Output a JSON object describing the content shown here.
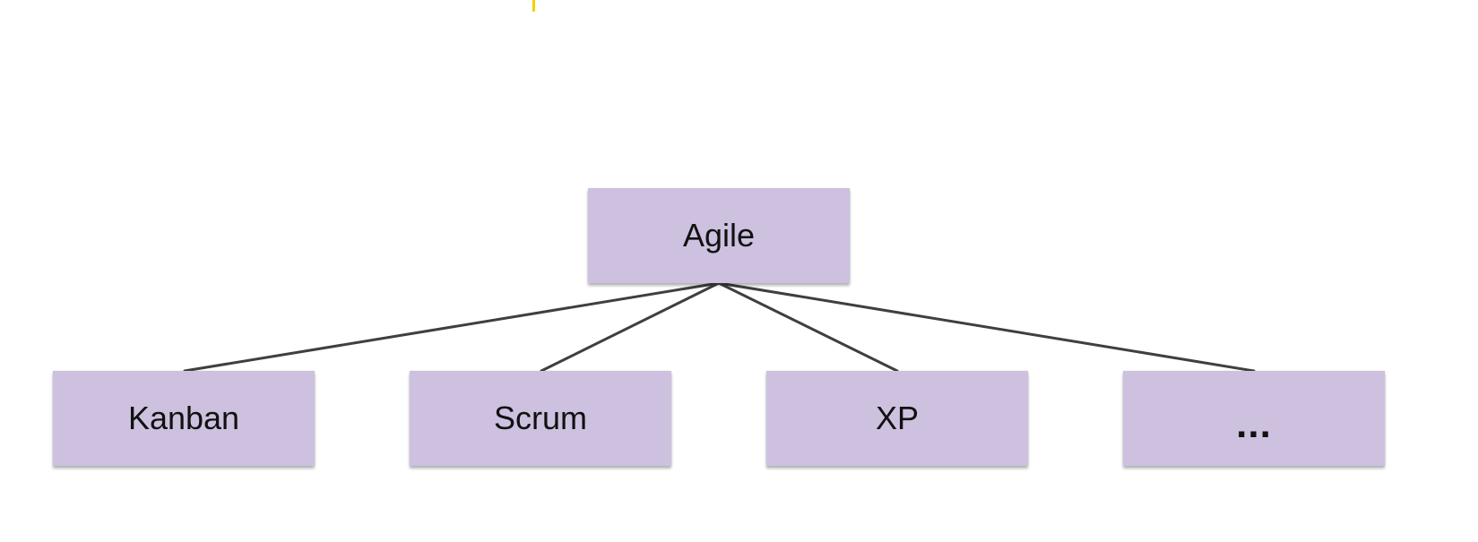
{
  "diagram": {
    "root": {
      "label": "Agile"
    },
    "children": [
      {
        "label": "Kanban"
      },
      {
        "label": "Scrum"
      },
      {
        "label": "XP"
      },
      {
        "label": "..."
      }
    ]
  },
  "colors": {
    "node_fill": "#cdc1df",
    "edge_stroke": "#3f3f3f",
    "cursor_mark": "#f5d000"
  }
}
